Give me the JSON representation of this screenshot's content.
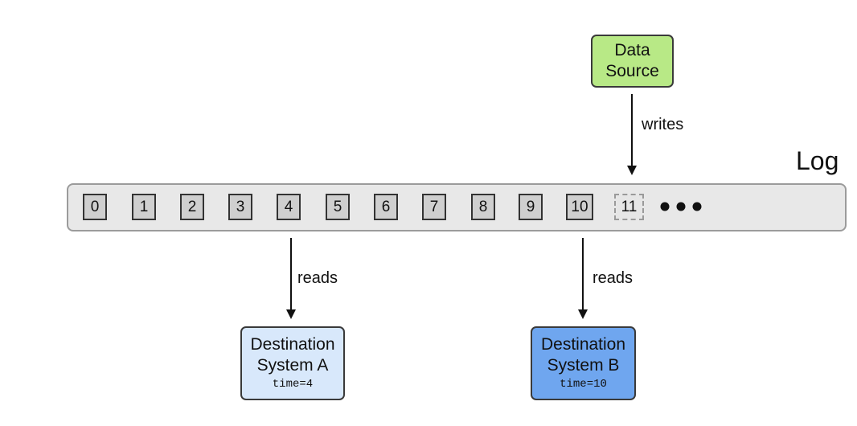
{
  "source": {
    "line1": "Data",
    "line2": "Source",
    "fill": "#b8e986"
  },
  "log": {
    "title": "Log",
    "cells": [
      "0",
      "1",
      "2",
      "3",
      "4",
      "5",
      "6",
      "7",
      "8",
      "9",
      "10",
      "11"
    ],
    "fill": "#e8e8e8"
  },
  "edges": {
    "writes_label": "writes",
    "reads_a_label": "reads",
    "reads_b_label": "reads"
  },
  "destinations": {
    "a": {
      "line1": "Destination",
      "line2": "System A",
      "time": "time=4",
      "fill": "#d8e8fb"
    },
    "b": {
      "line1": "Destination",
      "line2": "System B",
      "time": "time=10",
      "fill": "#6fa6ef"
    }
  }
}
